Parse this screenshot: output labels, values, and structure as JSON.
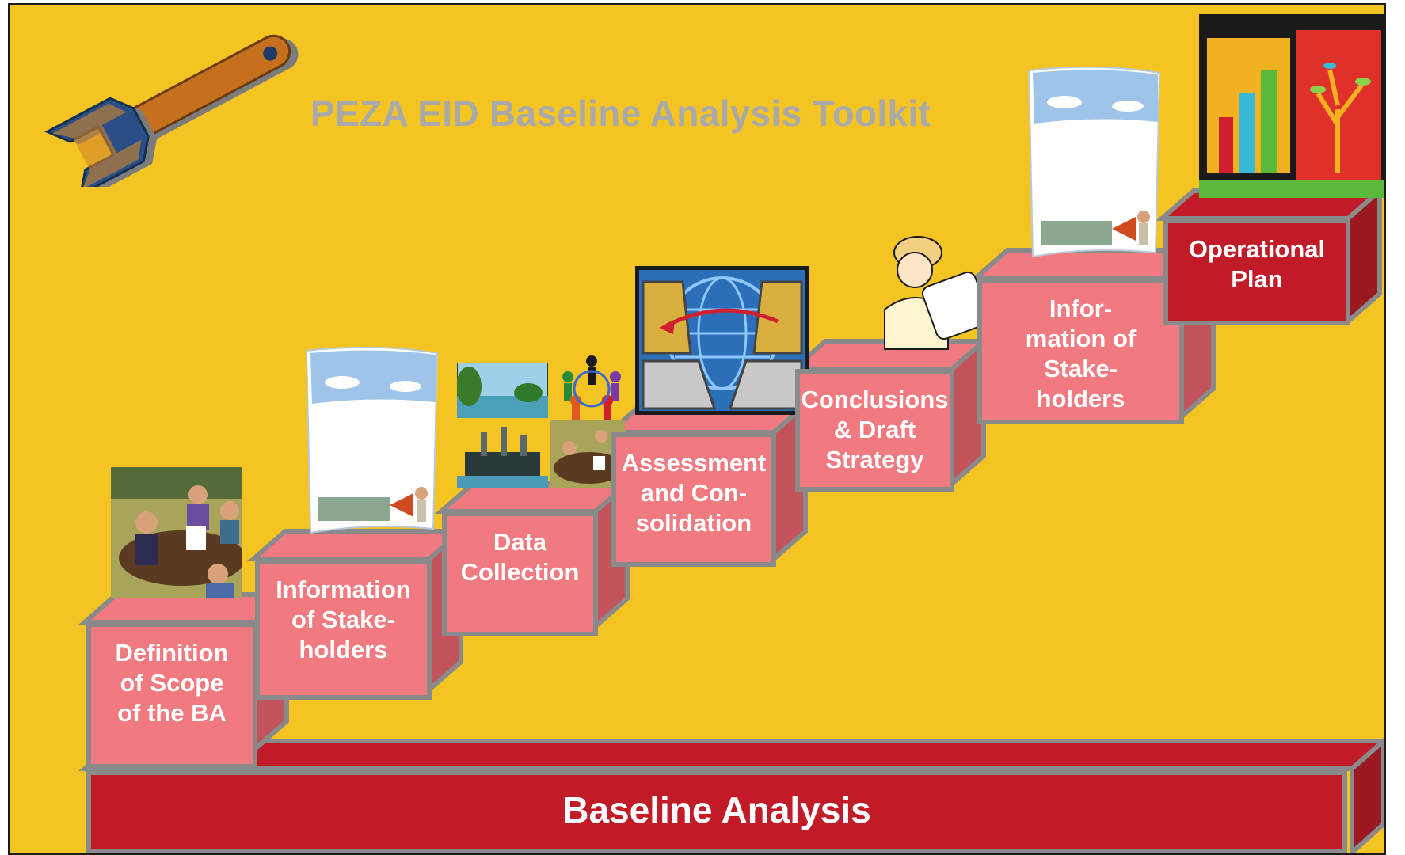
{
  "title": "PEZA EID Baseline Analysis Toolkit",
  "base_label": "Baseline Analysis",
  "steps": [
    {
      "label": "Definition of Scope of the BA"
    },
    {
      "label": "Information of Stake-holders"
    },
    {
      "label": "Data Collection"
    },
    {
      "label": "Assessment and Con-solidation"
    },
    {
      "label": "Conclusions & Draft Strategy"
    },
    {
      "label": "Infor-mation of Stake-holders"
    },
    {
      "label": "Operational Plan"
    }
  ],
  "step_lines": [
    [
      "Definition",
      "of Scope",
      "of the BA"
    ],
    [
      "Information",
      "of Stake-",
      "holders"
    ],
    [
      "Data",
      "Collection"
    ],
    [
      "Assessment",
      "and Con-",
      "solidation"
    ],
    [
      "Conclusions",
      "& Draft",
      "Strategy"
    ],
    [
      "Infor-",
      "mation of",
      "Stake-",
      "holders"
    ],
    [
      "Operational",
      "Plan"
    ]
  ],
  "colors": {
    "background": "#f3c422",
    "step_face": "#f07a80",
    "step_dark": "#c11b27",
    "step_side": "#c4545c",
    "border": "#8a8a8a",
    "title_text": "#a9a9a9",
    "label_text": "#ffffff"
  },
  "icons": [
    "wrench-icon",
    "meeting-clipart-icon",
    "poster-scroll-icon",
    "landscape-photo-icon",
    "people-circle-icon",
    "factory-photo-icon",
    "computers-globe-icon",
    "engineer-blueprint-icon",
    "chart-tree-icon"
  ]
}
